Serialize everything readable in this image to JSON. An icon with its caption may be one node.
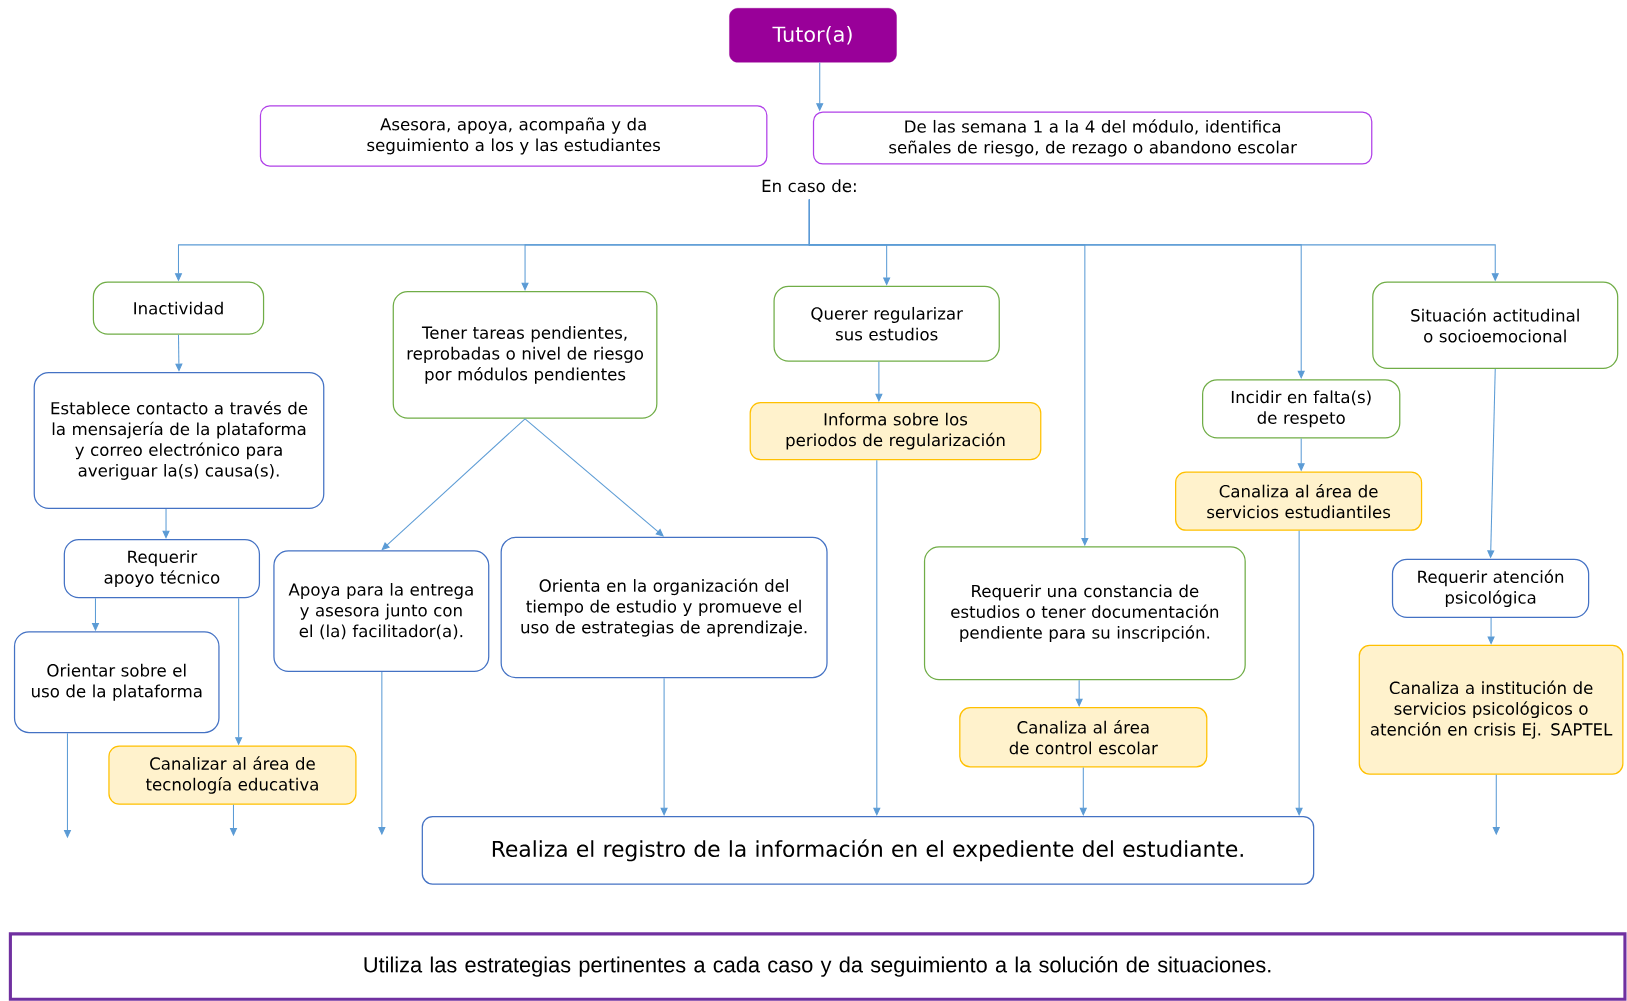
{
  "diagram": {
    "nodes": [
      {
        "text": [
          "Tutor(a)"
        ]
      },
      {
        "text": [
          "Asesora, apoya, acompaña y da seguimiento a los y las estudiantes"
        ]
      },
      {
        "text": [
          "De las semana 1 a la 4 del módulo, identifica señales de riesgo, de rezago o abandono escolar"
        ]
      },
      {
        "text": [
          "En caso de:"
        ]
      },
      {
        "text": [
          "Inactividad"
        ]
      },
      {
        "text": [
          "Establece contacto a través de la mensajería de la plataforma y correo electrónico para averiguar la(s) causa(s)."
        ]
      },
      {
        "text": [
          "Requerir apoyo técnico"
        ]
      },
      {
        "text": [
          "Orientar sobre el uso de la plataforma"
        ]
      },
      {
        "text": [
          "Canalizar al área de tecnología educativa"
        ]
      },
      {
        "text": [
          "Tener tareas pendientes, reprobadas o nivel de riesgo por módulos pendientes"
        ]
      },
      {
        "text": [
          "Apoya para la entrega y asesora junto con el (la) facilitador(a)."
        ]
      },
      {
        "text": [
          "Orienta en la organización del tiempo de estudio y promueve el uso de estrategias de aprendizaje."
        ]
      },
      {
        "text": [
          "Querer regularizar sus estudios"
        ]
      },
      {
        "text": [
          "Informa sobre los periodos de regularización"
        ]
      },
      {
        "text": [
          "Requerir una constancia de estudios o tener documentación pendiente para su inscripción."
        ]
      },
      {
        "text": [
          "Canaliza al área de control escolar"
        ]
      },
      {
        "text": [
          "Incidir en falta(s) de respeto"
        ]
      },
      {
        "text": [
          "Canaliza al área de servicios estudiantiles"
        ]
      },
      {
        "text": [
          "Situación actitudinal o socioemocional"
        ]
      },
      {
        "text": [
          "Requerir atención psicológica"
        ]
      },
      {
        "text": [
          "Canaliza a institución de servicios psicológicos o atención en crisis Ej. SAPTEL"
        ]
      },
      {
        "text": [
          "Realiza el registro de la información en el expediente del estudiante."
        ]
      },
      {
        "text": [
          "Utiliza las estrategias pertinentes a cada caso y da seguimiento a la solución de situaciones."
        ]
      }
    ],
    "edges": [
      {
        "from": 0,
        "to": 2,
        "arrow": "to"
      },
      {
        "from": 3,
        "to": 4,
        "arrow": "to"
      },
      {
        "from": 3,
        "to": 9,
        "arrow": "to"
      },
      {
        "from": 3,
        "to": 12,
        "arrow": "to"
      },
      {
        "from": 3,
        "to": 14,
        "arrow": "to"
      },
      {
        "from": 3,
        "to": 16,
        "arrow": "to"
      },
      {
        "from": 3,
        "to": 18,
        "arrow": "to"
      },
      {
        "from": 4,
        "to": 5,
        "arrow": "to"
      },
      {
        "from": 5,
        "to": 6,
        "arrow": "to"
      },
      {
        "from": 6,
        "to": 7,
        "arrow": "to"
      },
      {
        "from": 6,
        "to": 8,
        "arrow": "to"
      },
      {
        "from": 9,
        "to": 10,
        "arrow": "to"
      },
      {
        "from": 9,
        "to": 11,
        "arrow": "to"
      },
      {
        "from": 12,
        "to": 13,
        "arrow": "to"
      },
      {
        "from": 13,
        "to": 21,
        "arrow": "to"
      },
      {
        "from": 14,
        "to": 15,
        "arrow": "to"
      },
      {
        "from": 15,
        "to": 21,
        "arrow": "to"
      },
      {
        "from": 16,
        "to": 17,
        "arrow": "to"
      },
      {
        "from": 17,
        "to": 21,
        "arrow": "to"
      },
      {
        "from": 18,
        "to": 19,
        "arrow": "to"
      },
      {
        "from": 19,
        "to": 20,
        "arrow": "to"
      },
      {
        "from": 11,
        "to": 21,
        "arrow": "to"
      },
      {
        "from": 7,
        "to": null,
        "arrow": "to"
      },
      {
        "from": 8,
        "to": null,
        "arrow": "to"
      },
      {
        "from": 10,
        "to": null,
        "arrow": "to"
      },
      {
        "from": 20,
        "to": null,
        "arrow": "to"
      }
    ]
  }
}
